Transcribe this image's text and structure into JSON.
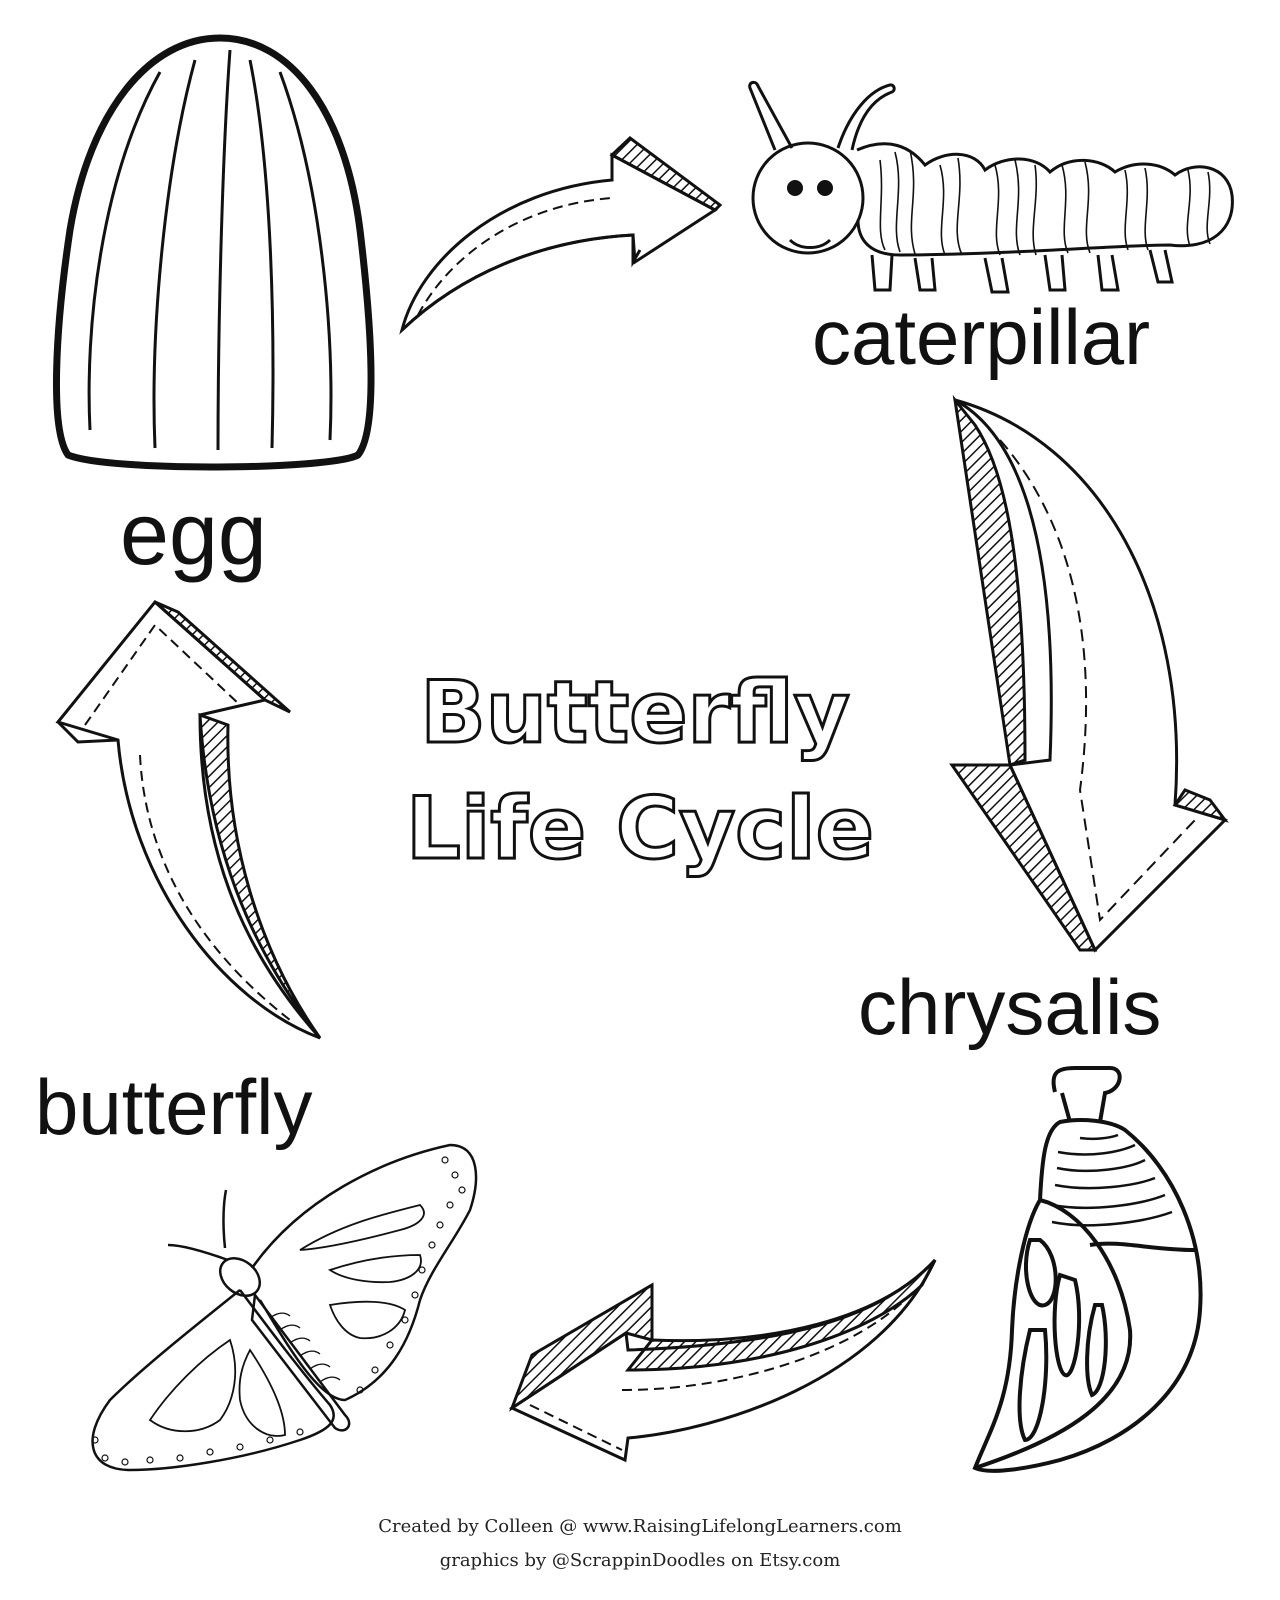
{
  "title": {
    "line1": "Butterfly",
    "line2": "Life Cycle"
  },
  "stages": [
    {
      "id": "egg",
      "label": "egg",
      "icon": "egg-icon"
    },
    {
      "id": "caterpillar",
      "label": "caterpillar",
      "icon": "caterpillar-icon"
    },
    {
      "id": "chrysalis",
      "label": "chrysalis",
      "icon": "chrysalis-icon"
    },
    {
      "id": "butterfly",
      "label": "butterfly",
      "icon": "butterfly-icon"
    }
  ],
  "arrows": [
    {
      "from": "egg",
      "to": "caterpillar",
      "direction": "right"
    },
    {
      "from": "caterpillar",
      "to": "chrysalis",
      "direction": "down"
    },
    {
      "from": "chrysalis",
      "to": "butterfly",
      "direction": "left"
    },
    {
      "from": "butterfly",
      "to": "egg",
      "direction": "up"
    }
  ],
  "footer": {
    "credit_line": "Created by Colleen @ www.RaisingLifelongLearners.com",
    "graphics_line": "graphics by @ScrappinDoodles on Etsy.com"
  },
  "colors": {
    "ink": "#111111",
    "background": "#ffffff"
  }
}
